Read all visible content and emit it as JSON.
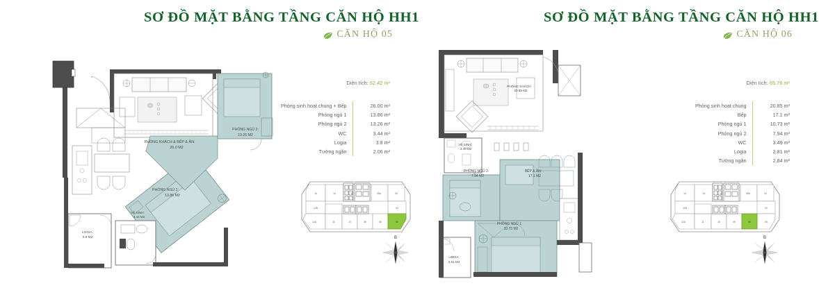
{
  "sheets": [
    {
      "id": "apartment-05",
      "title": "SƠ ĐỒ MẶT BẰNG TẦNG CĂN HỘ HH1",
      "subtitle": "CĂN HỘ 05",
      "area_label": "Diện tích:",
      "area_value": "62.42 m²",
      "spec_rows": [
        {
          "label": "Phòng sinh hoạt chung + Bếp",
          "value": "26.00 m²"
        },
        {
          "label": "Phòng ngủ 1",
          "value": "13.86 m²"
        },
        {
          "label": "Phòng ngủ 2",
          "value": "13.26 m²"
        },
        {
          "label": "WC",
          "value": "3.44 m²"
        },
        {
          "label": "Logia",
          "value": "3.8 m²"
        },
        {
          "label": "Tường ngăn",
          "value": "2.06 m²"
        }
      ],
      "room_labels": [
        {
          "name": "PHÒNG KHÁCH & BẾP & ĂN:",
          "area": "26.0 M2"
        },
        {
          "name": "PHÒNG NGỦ 2:",
          "area": "13.26 M2"
        },
        {
          "name": "PHÒNG NGỦ 1:",
          "area": "13.86 M2"
        },
        {
          "name": "VỆ SINH:",
          "area": "3.44 M2"
        },
        {
          "name": "LOGIA:",
          "area": "3.8 M2"
        }
      ],
      "keyplan": {
        "highlight_unit": "05",
        "top_row": [
          "14",
          "13",
          "12",
          "05A",
          "05",
          "03"
        ],
        "left_col": [
          "12B",
          "12A"
        ],
        "right_col": [
          "04"
        ],
        "bottom_row": [
          "11",
          "10",
          "09",
          "08",
          "07",
          "06",
          "05"
        ]
      },
      "compass_label": "B"
    },
    {
      "id": "apartment-06",
      "title": "SƠ ĐỒ MẶT BẰNG TẦNG CĂN HỘ HH1",
      "subtitle": "CĂN HỘ 06",
      "area_label": "Diện tích:",
      "area_value": "65.76 m²",
      "spec_rows": [
        {
          "label": "Phòng sinh hoạt chung",
          "value": "20.85 m²"
        },
        {
          "label": "Bếp",
          "value": "17.1 m²"
        },
        {
          "label": "Phòng ngủ 1",
          "value": "10.73 m²"
        },
        {
          "label": "Phòng ngủ 2",
          "value": "7.94 m²"
        },
        {
          "label": "WC",
          "value": "3.49 m²"
        },
        {
          "label": "Logia",
          "value": "2.81 m²"
        },
        {
          "label": "Tường ngăn",
          "value": "2.84 m²"
        }
      ],
      "room_labels": [
        {
          "name": "PHÒNG KHÁCH:",
          "area": "20.85 M2"
        },
        {
          "name": "VỆ SINH:",
          "area": "3.49 M2"
        },
        {
          "name": "PHÒNG NGỦ 2:",
          "area": "7.94 M2"
        },
        {
          "name": "BẾP & ĂN:",
          "area": "17.1 M2"
        },
        {
          "name": "PHÒNG NGỦ 1:",
          "area": "10.73 M2"
        },
        {
          "name": "LOGIA:",
          "area": "2.81 M2"
        }
      ],
      "keyplan": {
        "highlight_unit": "06",
        "top_row": [
          "14",
          "13",
          "12",
          "05A",
          "05",
          "03"
        ],
        "left_col": [
          "12B",
          "12A"
        ],
        "right_col": [
          "04"
        ],
        "bottom_row": [
          "11",
          "10",
          "09",
          "08",
          "07",
          "06",
          "05"
        ]
      },
      "compass_label": "B"
    }
  ],
  "colors": {
    "title_green": "#13632a",
    "subtitle_olive": "#9d9a64",
    "area_green": "#8fae3e",
    "highlight_green": "#8dc63f",
    "room_fill": "#bcd3d3",
    "wall_dark": "#4d4d4d",
    "text_gray": "#5f5f5f"
  }
}
